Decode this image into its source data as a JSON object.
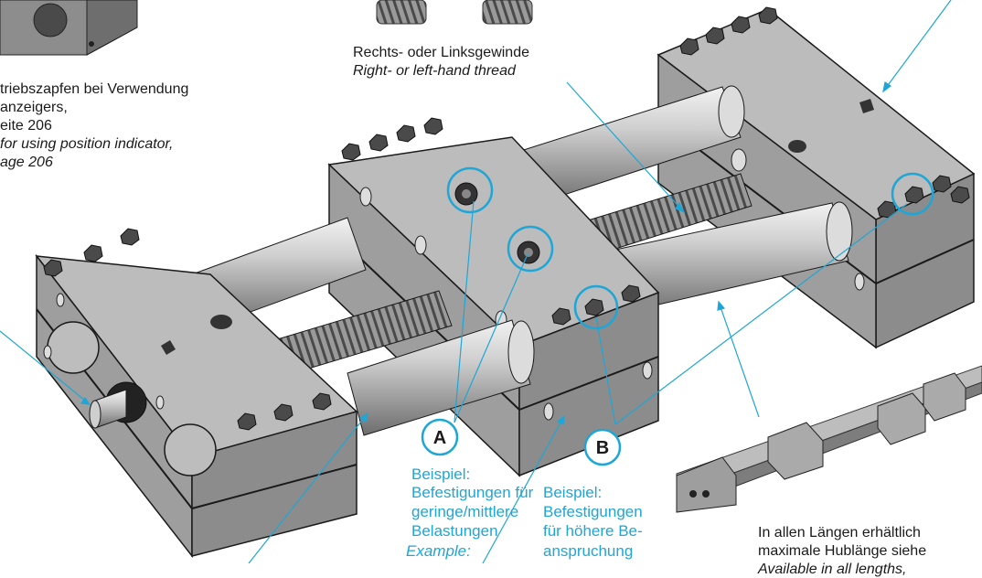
{
  "thread_label": {
    "line1": "Rechts- oder Linksgewinde",
    "line2": "Right- or left-hand thread"
  },
  "drive_pin_label": {
    "line1": "triebszapfen bei Verwendung",
    "line2": "anzeigers,",
    "line3": "eite 206",
    "line4": "for using position indicator,",
    "line5": "age 206"
  },
  "badge_a": {
    "letter": "A"
  },
  "badge_b": {
    "letter": "B"
  },
  "example_a": {
    "line1": "Beispiel:",
    "line2": "Befestigungen für",
    "line3": "geringe/mittlere",
    "line4": "Belastungen",
    "line5": "Example:"
  },
  "example_b": {
    "line1": "Beispiel:",
    "line2": "Befestigungen",
    "line3": "für höhere Be-",
    "line4": "anspruchung"
  },
  "lengths_label": {
    "line1": "In allen Längen erhältlich",
    "line2": "maximale Hublänge siehe",
    "line3": "Available in all lengths,"
  },
  "colors": {
    "callout": "#1ea6d6",
    "metal_top": "#b9b9b9",
    "metal_side": "#8c8c8c",
    "outline": "#1a1a1a"
  }
}
